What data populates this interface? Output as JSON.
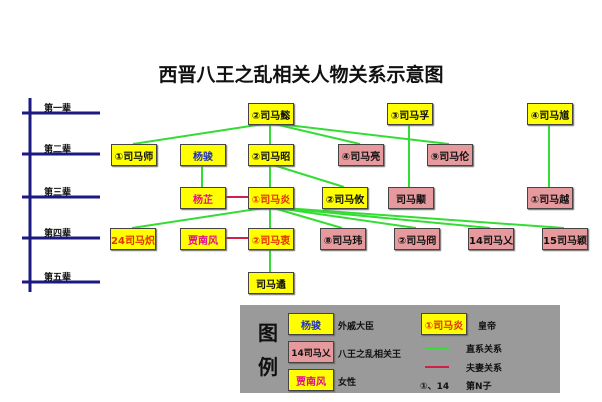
{
  "title": "西晋八王之乱相关人物关系示意图",
  "generations": [
    "第一辈",
    "第二辈",
    "第三辈",
    "第四辈",
    "第五辈"
  ],
  "people": {
    "yi": "②司马懿",
    "fu": "③司马孚",
    "kui": "④司马馗",
    "shi": "①司马师",
    "yangjun": "杨骏",
    "zhao": "②司马昭",
    "liang": "④司马亮",
    "lun": "⑨司马伦",
    "yangzhi": "杨芷",
    "yan": "①司马炎",
    "you": "②司马攸",
    "yong": "司马颙",
    "yue": "①司马越",
    "chi": "24司马炽",
    "jianf": "贾南风",
    "zhong": "②司马衷",
    "wei": "⑧司马玮",
    "jiong": "②司马冏",
    "yi2": "14司马乂",
    "ying": "15司马颖",
    "yu": "司马遹"
  },
  "legend": {
    "title1": "图",
    "title2": "例",
    "minister_box": "杨骏",
    "minister_label": "外戚大臣",
    "king_box": "14司马乂",
    "king_label": "八王之乱相关王",
    "female_box": "贾南风",
    "female_label": "女性",
    "emperor_box": "①司马炎",
    "emperor_label": "皇帝",
    "direct_label": "直系关系",
    "spouse_label": "夫妻关系",
    "order_sample": "①、14",
    "order_label": "第N子"
  },
  "colors": {
    "direct": "#33dd33",
    "spouse": "#d0204a",
    "emperor_box": "#ffff00",
    "king_box": "#e69a9e"
  }
}
